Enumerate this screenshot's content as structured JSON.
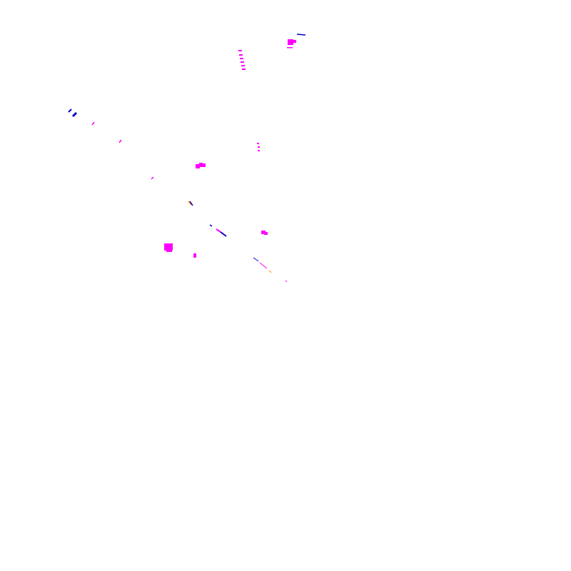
{
  "map": {
    "background": "#ffffff",
    "colors": {
      "magenta": "#ff00ff",
      "blue": "#0000cc",
      "orange": "#ff8c00"
    },
    "feature_types": [
      "building-footprint",
      "road-segment",
      "dash-marker"
    ]
  }
}
